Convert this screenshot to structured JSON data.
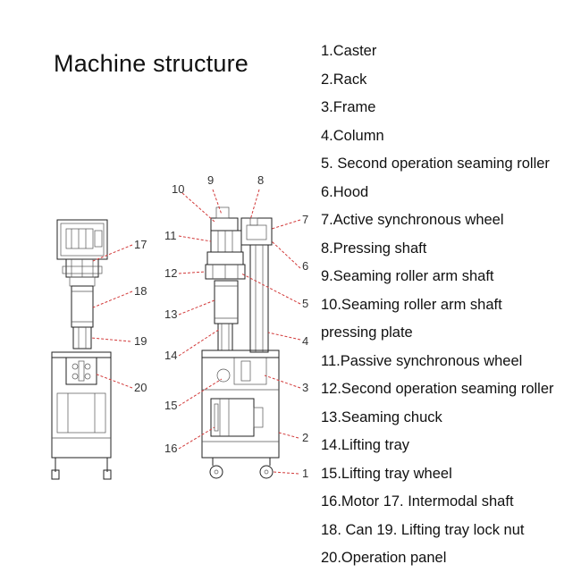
{
  "title": "Machine structure",
  "legend": [
    "1.Caster",
    "2.Rack",
    "3.Frame",
    "4.Column",
    "5. Second operation seaming roller",
    "6.Hood",
    "7.Active synchronous wheel",
    "8.Pressing shaft",
    "9.Seaming roller arm shaft",
    "10.Seaming roller arm shaft",
    "pressing plate",
    "11.Passive synchronous wheel",
    "12.Second operation seaming roller",
    "13.Seaming chuck",
    "14.Lifting tray",
    "15.Lifting tray wheel",
    "16.Motor    17. Intermodal shaft",
    "18. Can    19. Lifting tray lock nut",
    "20.Operation panel"
  ],
  "callouts": {
    "n1": "1",
    "n2": "2",
    "n3": "3",
    "n4": "4",
    "n5": "5",
    "n6": "6",
    "n7": "7",
    "n8": "8",
    "n9": "9",
    "n10": "10",
    "n11": "11",
    "n12": "12",
    "n13": "13",
    "n14": "14",
    "n15": "15",
    "n16": "16",
    "n17": "17",
    "n18": "18",
    "n19": "19",
    "n20": "20"
  },
  "colors": {
    "leader": "#d23a3a",
    "line": "#222222"
  }
}
